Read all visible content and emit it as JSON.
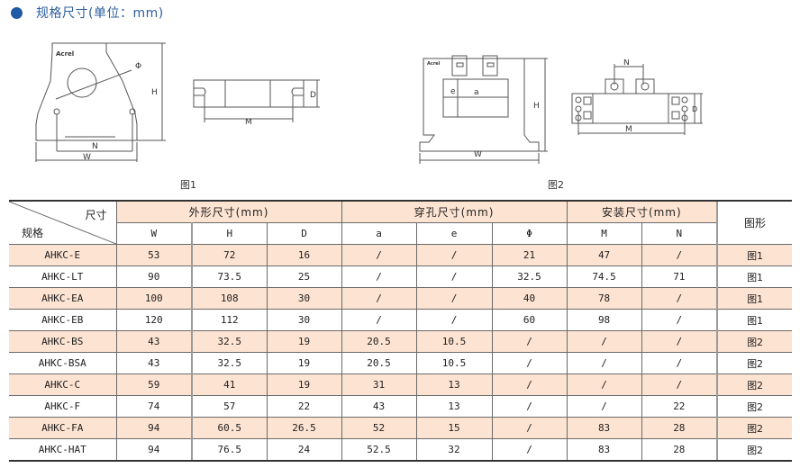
{
  "heading": {
    "text": "规格尺寸(单位：mm)",
    "bullet_color": "#1f5aa6"
  },
  "figures": [
    {
      "caption": "图1",
      "labels": {
        "logo": "Acrel",
        "phi": "Φ",
        "h": "H",
        "n": "N",
        "w": "W",
        "m": "M",
        "d": "D"
      }
    },
    {
      "caption": "图2",
      "labels": {
        "logo": "Acrel",
        "e": "e",
        "a": "a",
        "h": "H",
        "w": "W",
        "n": "N",
        "m": "M",
        "d": "D"
      }
    }
  ],
  "table": {
    "corner_top": "尺寸",
    "corner_bottom": "规格",
    "groups": [
      "外形尺寸(mm)",
      "穿孔尺寸(mm)",
      "安装尺寸(mm)"
    ],
    "figure_header": "图形",
    "columns": [
      "W",
      "H",
      "D",
      "a",
      "e",
      "Φ",
      "M",
      "N"
    ],
    "rows": [
      {
        "model": "AHKC-E",
        "W": "53",
        "H": "72",
        "D": "16",
        "a": "/",
        "e": "/",
        "phi": "21",
        "M": "47",
        "N": "/",
        "fig": "图1"
      },
      {
        "model": "AHKC-LT",
        "W": "90",
        "H": "73.5",
        "D": "25",
        "a": "/",
        "e": "/",
        "phi": "32.5",
        "M": "74.5",
        "N": "71",
        "fig": "图1"
      },
      {
        "model": "AHKC-EA",
        "W": "100",
        "H": "108",
        "D": "30",
        "a": "/",
        "e": "/",
        "phi": "40",
        "M": "78",
        "N": "/",
        "fig": "图1"
      },
      {
        "model": "AHKC-EB",
        "W": "120",
        "H": "112",
        "D": "30",
        "a": "/",
        "e": "/",
        "phi": "60",
        "M": "98",
        "N": "/",
        "fig": "图1"
      },
      {
        "model": "AHKC-BS",
        "W": "43",
        "H": "32.5",
        "D": "19",
        "a": "20.5",
        "e": "10.5",
        "phi": "/",
        "M": "/",
        "N": "/",
        "fig": "图2"
      },
      {
        "model": "AHKC-BSA",
        "W": "43",
        "H": "32.5",
        "D": "19",
        "a": "20.5",
        "e": "10.5",
        "phi": "/",
        "M": "/",
        "N": "/",
        "fig": "图2"
      },
      {
        "model": "AHKC-C",
        "W": "59",
        "H": "41",
        "D": "19",
        "a": "31",
        "e": "13",
        "phi": "/",
        "M": "/",
        "N": "/",
        "fig": "图2"
      },
      {
        "model": "AHKC-F",
        "W": "74",
        "H": "57",
        "D": "22",
        "a": "43",
        "e": "13",
        "phi": "/",
        "M": "/",
        "N": "22",
        "fig": "图2"
      },
      {
        "model": "AHKC-FA",
        "W": "94",
        "H": "60.5",
        "D": "26.5",
        "a": "52",
        "e": "15",
        "phi": "/",
        "M": "83",
        "N": "28",
        "fig": "图2"
      },
      {
        "model": "AHKC-HAT",
        "W": "94",
        "H": "76.5",
        "D": "24",
        "a": "52.5",
        "e": "32",
        "phi": "/",
        "M": "83",
        "N": "28",
        "fig": "图2"
      }
    ]
  },
  "colors": {
    "row_highlight": "#fde3d1",
    "heading_text": "#2d5f9f",
    "line": "#6a6a6a"
  }
}
